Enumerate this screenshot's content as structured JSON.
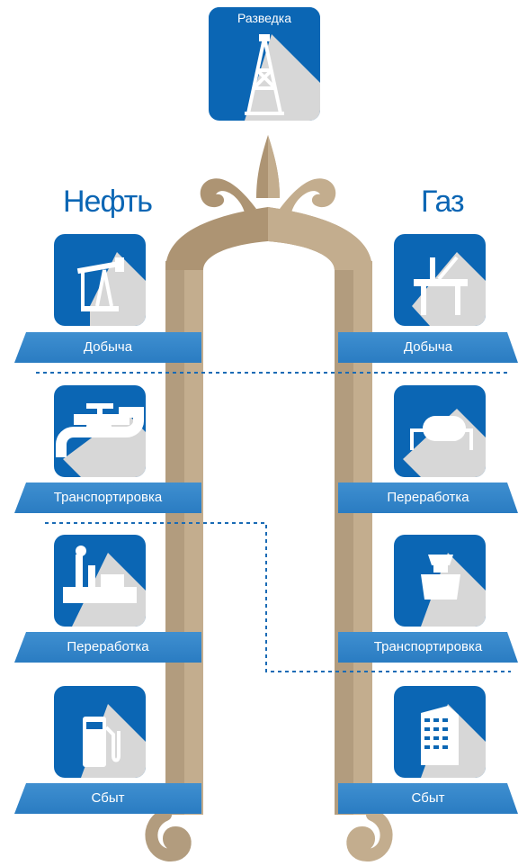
{
  "top": {
    "label": "Разведка",
    "icon": "oil-derrick-icon"
  },
  "headings": {
    "oil": "Нефть",
    "gas": "Газ"
  },
  "oil": [
    {
      "label": "Добыча",
      "icon": "pumpjack-icon"
    },
    {
      "label": "Транспортировка",
      "icon": "pipeline-valve-icon"
    },
    {
      "label": "Переработка",
      "icon": "refinery-icon"
    },
    {
      "label": "Сбыт",
      "icon": "fuel-pump-icon"
    }
  ],
  "gas": [
    {
      "label": "Добыча",
      "icon": "offshore-platform-icon"
    },
    {
      "label": "Переработка",
      "icon": "gas-processing-tank-icon"
    },
    {
      "label": "Транспортировка",
      "icon": "compressor-station-icon"
    },
    {
      "label": "Сбыт",
      "icon": "office-building-icon"
    }
  ],
  "colors": {
    "tile_blue": "#0b66b4",
    "banner_blue": "#3585c8",
    "shadow_gray": "#d7d7d7",
    "arch_dark": "#a98f6d",
    "arch_light": "#c3ad8e",
    "divider": "#1a6bb5"
  }
}
